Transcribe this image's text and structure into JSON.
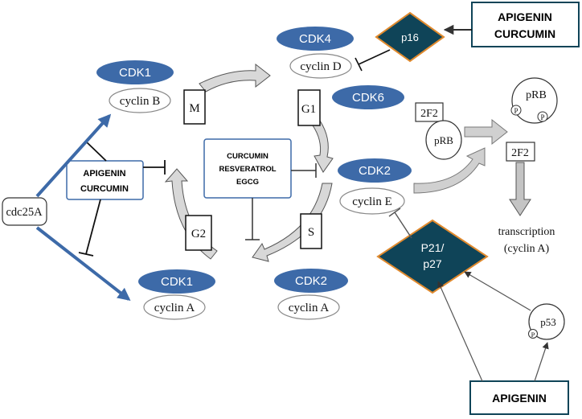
{
  "colors": {
    "cdk_fill": "#3d6aa8",
    "inhibitor_box_border": "#3d6aa8",
    "diamond_fill": "#0f4458",
    "diamond_border": "#e08a2e",
    "blue_arrow": "#3d6aa8",
    "gray_arrow": "#d8d8d8"
  },
  "phases": {
    "m": "M",
    "g1": "G1",
    "s": "S",
    "g2": "G2"
  },
  "complexes": {
    "cdk1_b": {
      "cdk": "CDK1",
      "cyclin": "cyclin B"
    },
    "cdk4_d": {
      "cdk": "CDK4",
      "cyclin": "cyclin D"
    },
    "cdk6": {
      "cdk": "CDK6"
    },
    "cdk2_e": {
      "cdk": "CDK2",
      "cyclin": "cyclin E"
    },
    "cdk2_a": {
      "cdk": "CDK2",
      "cyclin": "cyclin A"
    },
    "cdk1_a": {
      "cdk": "CDK1",
      "cyclin": "cyclin A"
    }
  },
  "inhibitor_boxes": {
    "left": [
      "APIGENIN",
      "CURCUMIN"
    ],
    "center": [
      "CURCUMIN",
      "RESVERATROL",
      "EGCG"
    ],
    "top_right": [
      "APIGENIN",
      "CURCUMIN"
    ],
    "bottom_right": [
      "APIGENIN"
    ]
  },
  "diamonds": {
    "p16": "p16",
    "p21_p27": [
      "P21/",
      "p27"
    ]
  },
  "nodes": {
    "cdc25a": "cdc25A",
    "e2f_prb": {
      "e2f": "2F2",
      "prb": "pRB"
    },
    "prb_free": "pRB",
    "p_marker": "P",
    "e2f_free": "2F2",
    "transcription": [
      "transcription",
      "(cyclin A)"
    ],
    "p53": "p53"
  }
}
